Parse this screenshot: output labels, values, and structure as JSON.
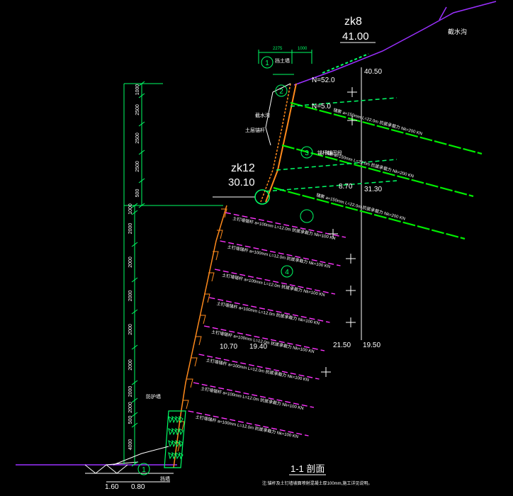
{
  "colors": {
    "background": "#000000",
    "dimension": "#00ff66",
    "wall": "#ff8a1c",
    "anchor": "#ff33ff",
    "strong_anchor": "#00ee00",
    "ground": "#9b30ff",
    "text": "#ffffff"
  },
  "boreholes": [
    {
      "id": "zk8",
      "elev": "41.00"
    },
    {
      "id": "zk12",
      "elev": "30.10"
    }
  ],
  "elevations": {
    "top_right": "40.50",
    "mid_right": "31.30",
    "bottom_left_a": "10.70",
    "bottom_left_b": "19.40",
    "bottom_right_a": "21.50",
    "bottom_right_b": "19.50",
    "ground_label": "截水沟",
    "grade_level": "N=52.0",
    "mid_level": "N=5.0",
    "low_level": "8.70",
    "toe_left": "1.60",
    "toe_right": "0.80"
  },
  "circled_numbers": [
    "1",
    "2",
    "3",
    "4",
    "1"
  ],
  "upper_labels": [
    "挡土墙",
    "截水沟",
    "土层锚杆",
    "锚杆锚固段"
  ],
  "anchor_rows": [
    "土钉墙锚杆 a=100mm L=12.0m 抗拔承载力 Nk=100 KN",
    "土钉墙锚杆 a=100mm L=12.0m 抗拔承载力 Nk=100 KN",
    "土钉墙锚杆 a=100mm L=12.0m 抗拔承载力 Nk=100 KN",
    "土钉墙锚杆 a=100mm L=12.0m 抗拔承载力 Nk=100 KN",
    "土钉墙锚杆 a=100mm L=12.0m 抗拔承载力 Nk=100 KN",
    "土钉墙锚杆 a=100mm L=12.0m 抗拔承载力 Nk=100 KN",
    "土钉墙锚杆 a=100mm L=12.0m 抗拔承载力 Nk=100 KN",
    "土钉墙锚杆 a=100mm L=12.0m 抗拔承载力 Nk=100 KN"
  ],
  "strong_anchor_rows": [
    "锚索 a=150mm L=22.0m 抗拔承载力 Nk=200 KN",
    "锚索 a=150mm L=22.0m 抗拔承载力 Nk=200 KN",
    "锚索 a=150mm L=22.0m 抗拔承载力 Nk=200 KN"
  ],
  "dimension_segments_left": [
    "1000",
    "2000",
    "2000",
    "2000",
    "2000",
    "2000",
    "2000",
    "2000",
    "500",
    "4000"
  ],
  "dimension_segments_upper": [
    "1000",
    "2500",
    "2500",
    "2500",
    "500"
  ],
  "top_dims": [
    "2275",
    "1000"
  ],
  "section_title": "1-1 剖面",
  "section_note": "注:锚杆及土钉墙坡面喷射混凝土厚100mm,施工详见说明。",
  "left_label_box": "防护墙",
  "toe_label": "挡墙"
}
